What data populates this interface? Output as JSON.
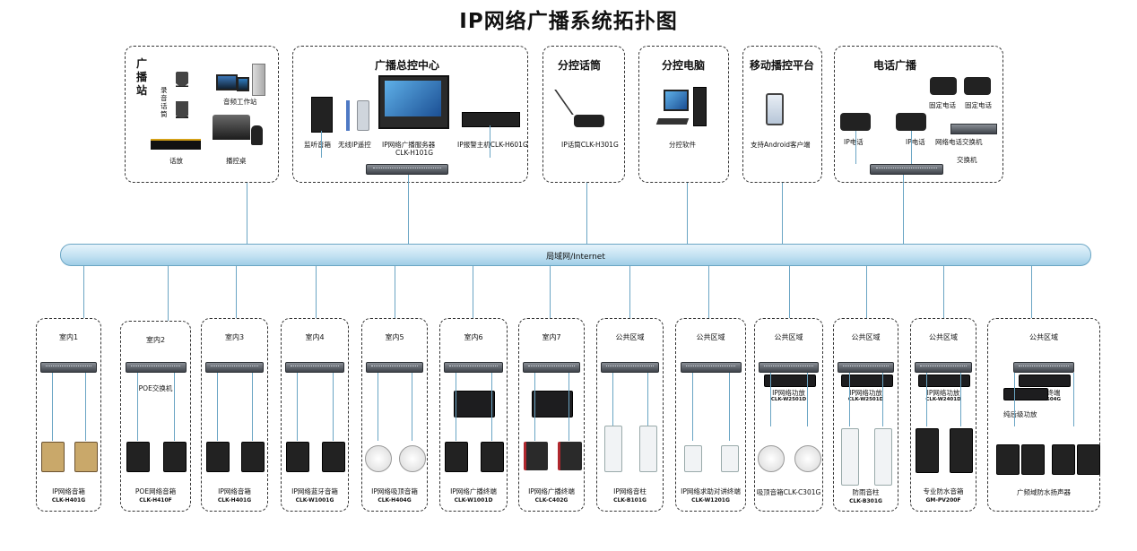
{
  "title": "IP网络广播系统拓扑图",
  "network_label": "局域网/Internet",
  "top": {
    "station": {
      "header": "广播站",
      "items": [
        "录音话筒",
        "音频工作站",
        "话放",
        "播控桌"
      ]
    },
    "center": {
      "header": "广播总控中心",
      "items": [
        "监听音箱",
        "无线IP遥控",
        "IP网络广播服务器",
        "CLK-H101G",
        "IP报警主机CLK-H601G"
      ]
    },
    "mic": {
      "header": "分控话筒",
      "items": [
        "IP话筒CLK-H301G"
      ]
    },
    "pc": {
      "header": "分控电脑",
      "items": [
        "分控软件"
      ]
    },
    "mobile": {
      "header": "移动播控平台",
      "items": [
        "支持Android客户端"
      ]
    },
    "phone": {
      "header": "电话广播",
      "items": [
        "固定电话",
        "固定电话",
        "IP电话",
        "IP电话",
        "网络电话交换机",
        "交换机"
      ]
    }
  },
  "zones": [
    {
      "name": "室内1",
      "label": "IP网络音箱",
      "model": "CLK-H401G"
    },
    {
      "name": "室内2",
      "label": "POE网络音箱",
      "model": "CLK-H410F",
      "extra": "POE交换机"
    },
    {
      "name": "室内3",
      "label": "IP网络音箱",
      "model": "CLK-H401G"
    },
    {
      "name": "室内4",
      "label": "IP网络蓝牙音箱",
      "model": "CLK-W1001G"
    },
    {
      "name": "室内5",
      "label": "IP网络吸顶音箱",
      "model": "CLK-H404G"
    },
    {
      "name": "室内6",
      "label": "IP网络广播终端",
      "model": "CLK-W1001D"
    },
    {
      "name": "室内7",
      "label": "IP网络广播终端",
      "model": "CLK-C402G"
    },
    {
      "name": "公共区域",
      "label": "IP网络音柱",
      "model": "CLK-B101G"
    },
    {
      "name": "公共区域",
      "label": "IP网络求助对讲终端",
      "model": "CLK-W1201G"
    },
    {
      "name": "公共区域",
      "label": "吸顶音箱CLK-C301G",
      "model": "",
      "amp": "IP网络功放",
      "amp_model": "CLK-W2501D"
    },
    {
      "name": "公共区域",
      "label": "防雨音柱",
      "model": "CLK-B301G",
      "amp": "IP网络功放",
      "amp_model": "CLK-W2501D"
    },
    {
      "name": "公共区域",
      "label": "专业防水音箱",
      "model": "GM-PV200F",
      "amp": "IP网络功放",
      "amp_model": "CLK-W2401D"
    },
    {
      "name": "公共区域",
      "label": "广频域防水扬声器",
      "model": "",
      "amp": "IP网络终端",
      "amp_model": "CLK-H1504G",
      "amp2": "纯后级功放"
    }
  ]
}
